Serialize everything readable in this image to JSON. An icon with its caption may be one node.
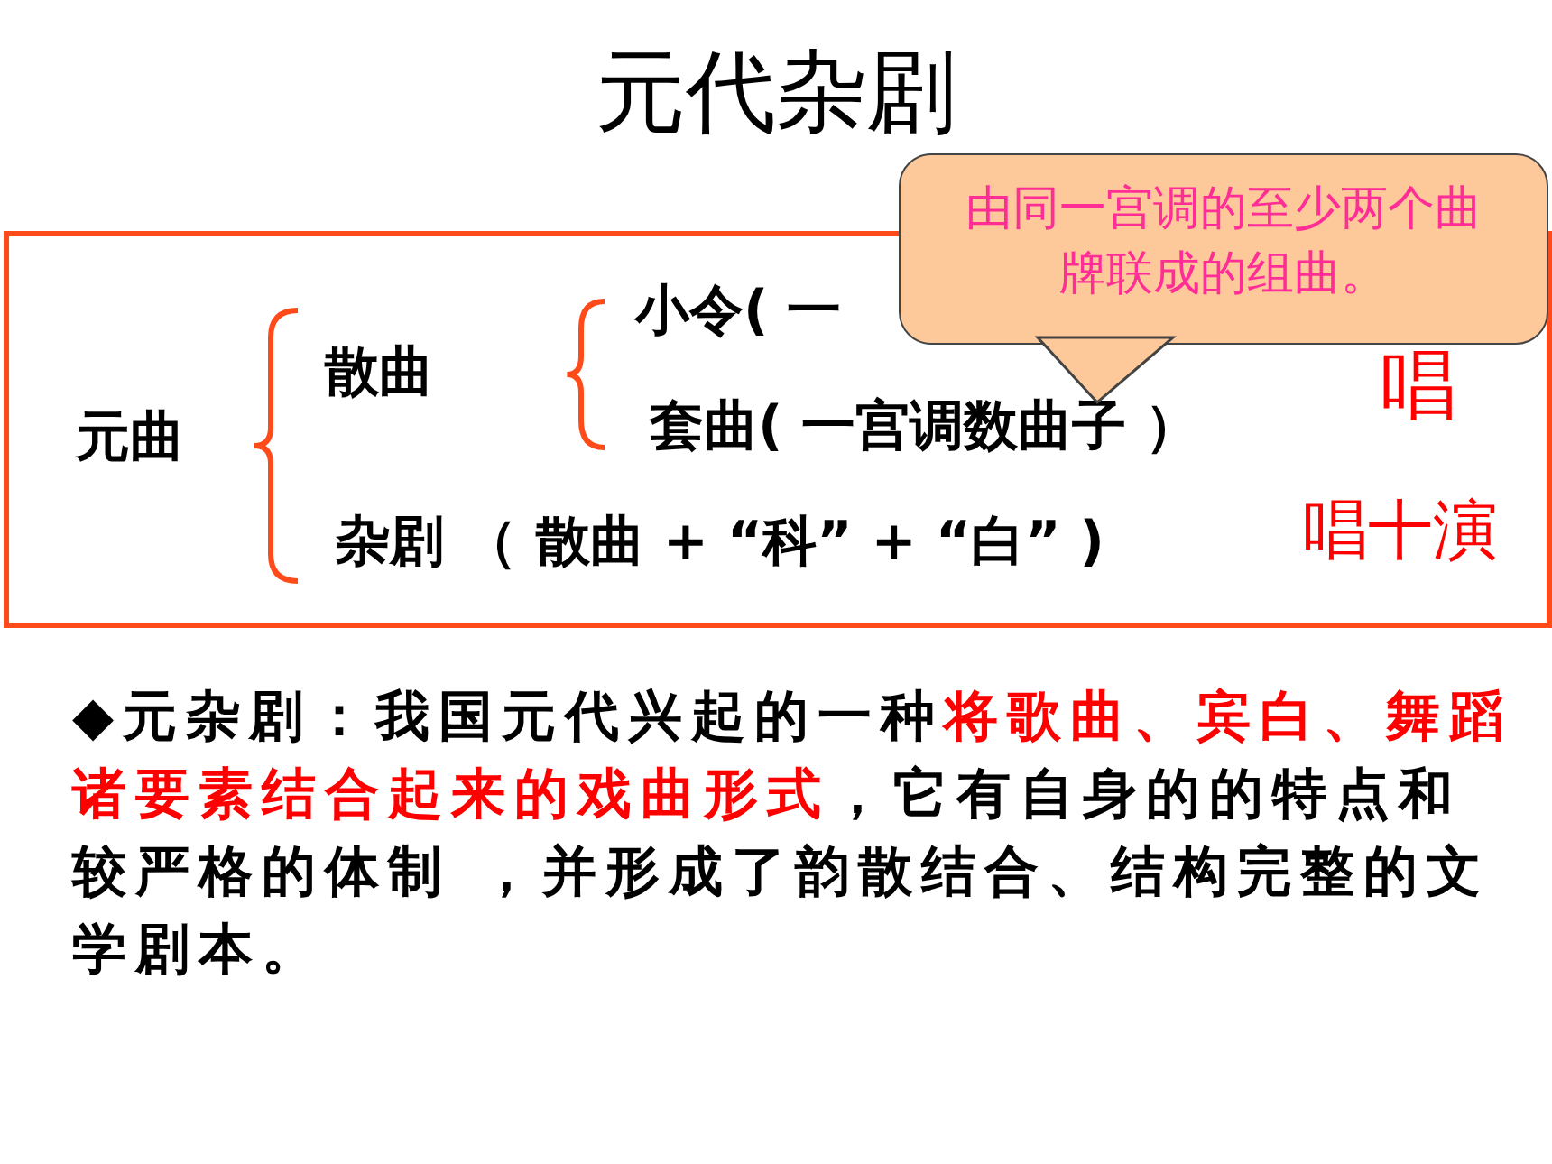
{
  "diagram": {
    "title": "元代杂剧",
    "nodes": [
      {
        "text": [],
        "shape": "box"
      },
      {
        "text": [
          "元曲"
        ],
        "in": 0
      },
      {
        "text": [
          "散曲"
        ],
        "in": 0
      },
      {
        "text": [
          "小令( 一"
        ],
        "in": 0
      },
      {
        "text": [
          "套曲( 一宫调数曲子 ）"
        ],
        "in": 0
      },
      {
        "text": [
          "杂剧 （ 散曲 + “科” + “白” )"
        ],
        "in": 0
      },
      {
        "text": [
          "唱"
        ],
        "in": 0
      },
      {
        "text": [
          "唱十演"
        ],
        "in": 0
      },
      {
        "text": [
          "由同一宫调的至少两个曲牌联成的组曲。"
        ]
      }
    ],
    "edges": [
      {
        "from": 8,
        "to": 4,
        "arrow": "none"
      }
    ],
    "labels": [
      "◆元杂剧：我国元代兴起的一种**将歌曲、宾白、舞蹈诸要素结合起来的戏曲形式**，它有自身的的特点和较严格的体制 ，并形成了韵散结合、结构完整的文学剧本。"
    ]
  }
}
